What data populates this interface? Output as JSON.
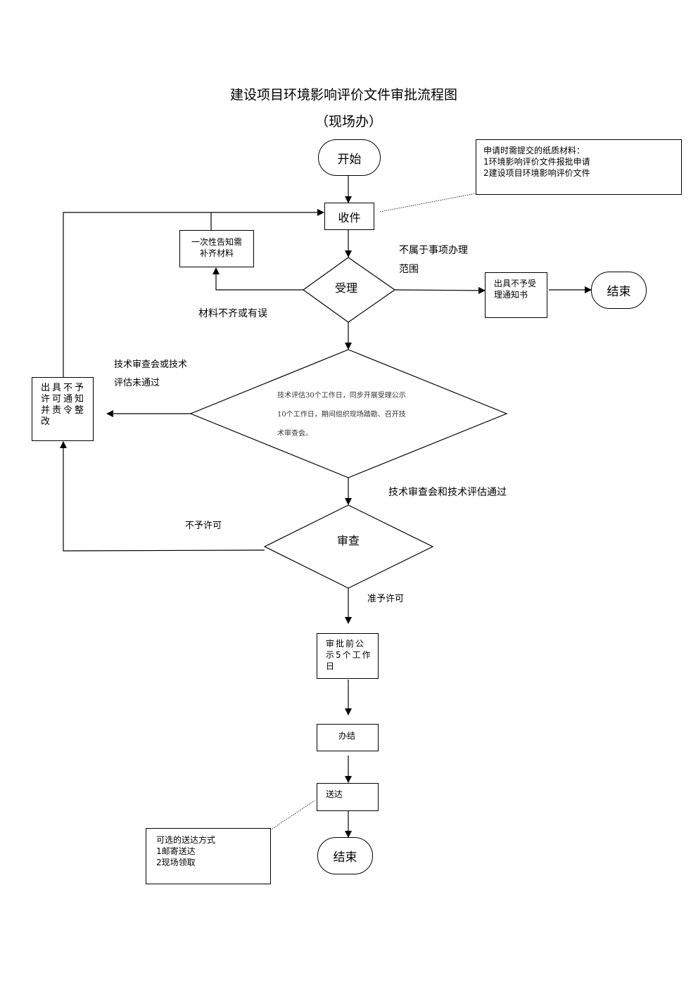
{
  "title": "建设项目环境影响评价文件审批流程图",
  "subtitle": "（现场办）",
  "nodes": {
    "start": "开始",
    "receive": "收件",
    "accept": "受理",
    "supplement": [
      "一次性告知需",
      "补齐材料"
    ],
    "reject_notice": [
      "出具不予受",
      "理通知书"
    ],
    "end_top": "结束",
    "tech_review": [
      "技术评估30个工作日，同步开展受理公示",
      "10个工作日，期间组织现场踏勘、召开技",
      "术审查会。"
    ],
    "no_permit_notice": [
      "出具不予",
      "许可通知",
      "并责令整",
      "改"
    ],
    "examine": "审查",
    "publicity": [
      "审批前公",
      "示5个工作",
      "日"
    ],
    "complete": "办结",
    "deliver": "送达",
    "end_bottom": "结束"
  },
  "notes": {
    "materials": [
      "申请时需提交的纸质材料：",
      "1环境影响评价文件报批申请",
      "2建设项目环境影响评价文件"
    ],
    "delivery": [
      "可选的送达方式",
      "1邮寄送达",
      "2现场领取"
    ]
  },
  "labels": {
    "out_of_scope": [
      "不属于事项办理",
      "范围"
    ],
    "incomplete": "材料不齐或有误",
    "tech_failed": [
      "技术审查会或技术",
      "评估未通过"
    ],
    "tech_passed": "技术审查会和技术评估通过",
    "not_permitted": "不予许可",
    "permitted": "准予许可"
  }
}
